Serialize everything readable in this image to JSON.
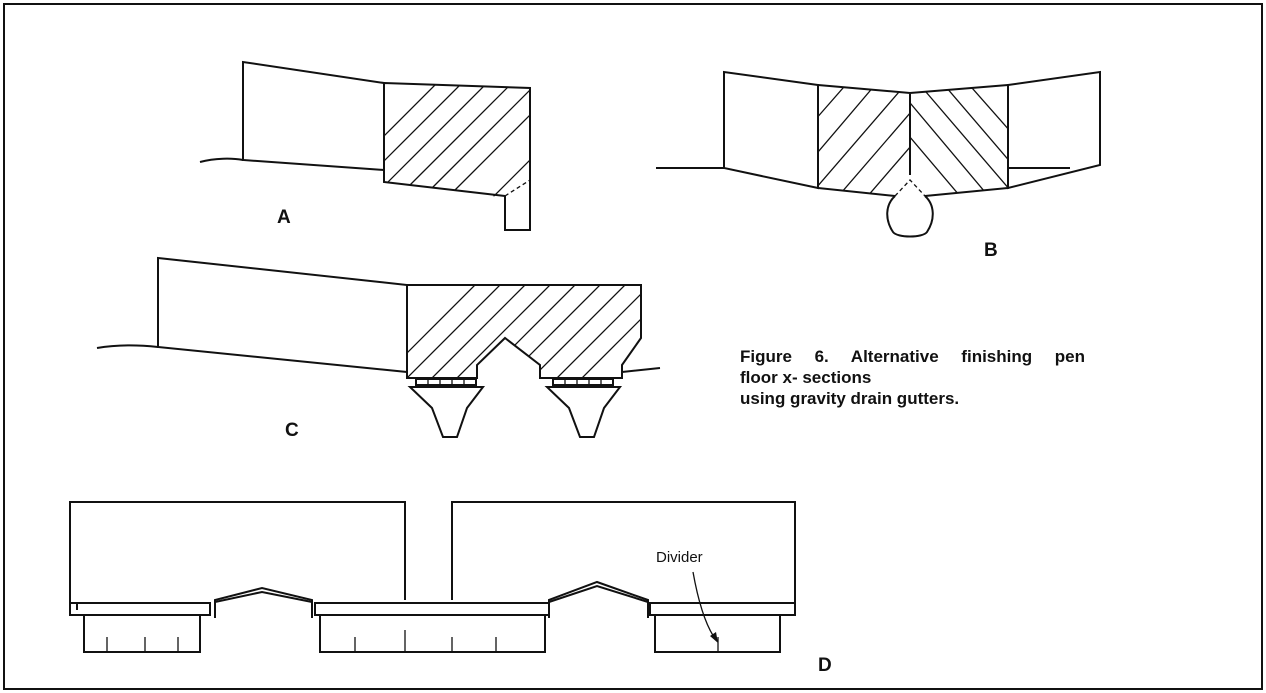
{
  "labels": {
    "a": "A",
    "b": "B",
    "c": "C",
    "d": "D",
    "divider": "Divider"
  },
  "caption": {
    "line1": "Figure   6. Alternative  finishing  pen",
    "line2": "floor  x- sections",
    "line3": "using gravity drain gutters."
  }
}
